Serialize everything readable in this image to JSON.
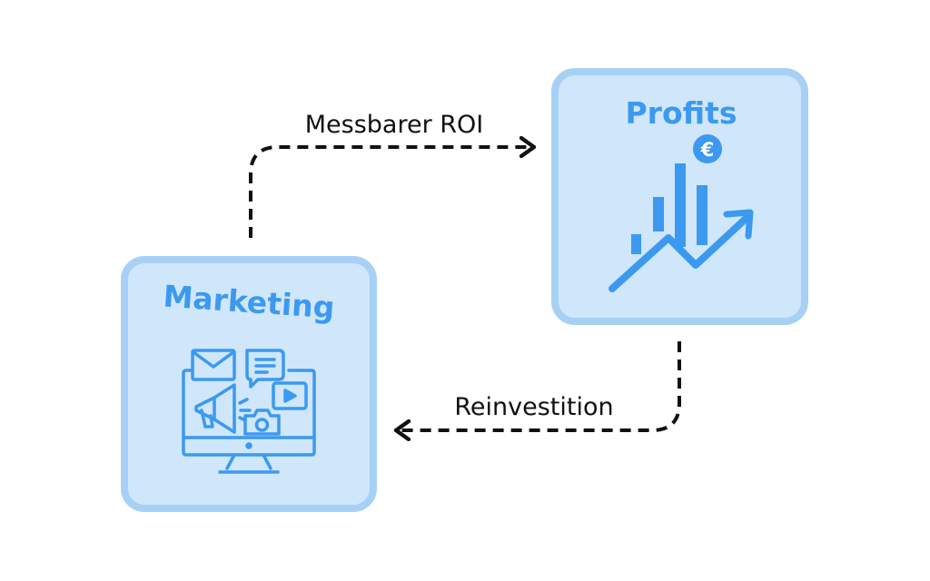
{
  "colors": {
    "node_fill": "#cfe6fb",
    "node_border": "#a7d0f5",
    "icon": "#3b99f0",
    "arrow": "#111111"
  },
  "nodes": {
    "marketing": {
      "title": "Marketing",
      "icon": "monitor-marketing-icon"
    },
    "profits": {
      "title": "Profits",
      "icon": "growth-chart-euro-icon",
      "badge": "€"
    }
  },
  "edges": {
    "roi": {
      "label": "Messbarer ROI",
      "from": "marketing",
      "to": "profits"
    },
    "reinvest": {
      "label": "Reinvestition",
      "from": "profits",
      "to": "marketing"
    }
  }
}
